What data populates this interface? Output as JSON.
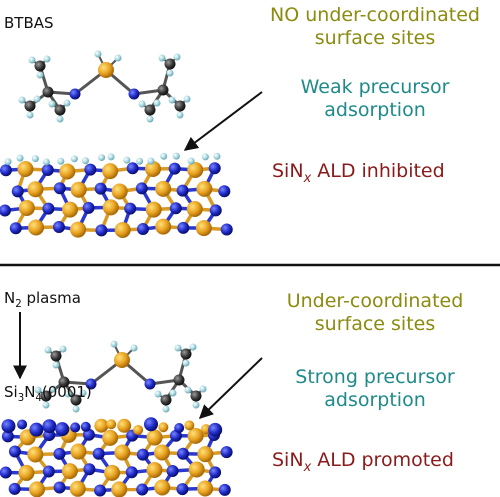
{
  "top": {
    "label_molecule": "BTBAS",
    "surface_line1": "NO under-coordinated",
    "surface_line2": "surface sites",
    "adsorption_line1": "Weak precursor",
    "adsorption_line2": "adsorption",
    "ald_prefix": "SiN",
    "ald_sub": "x",
    "ald_suffix": " ALD inhibited"
  },
  "bottom": {
    "plasma_prefix": "N",
    "plasma_sub": "2",
    "plasma_suffix": " plasma",
    "substrate_a": "Si",
    "substrate_sub1": "3",
    "substrate_b": "N",
    "substrate_sub2": "4",
    "substrate_c": "(0001)",
    "surface_line1": "Under-coordinated",
    "surface_line2": "surface sites",
    "adsorption_line1": "Strong precursor",
    "adsorption_line2": "adsorption",
    "ald_prefix": "SiN",
    "ald_sub": "x",
    "ald_suffix": " ALD promoted"
  },
  "colors": {
    "silicon": "#e8a21f",
    "nitrogen": "#1f2bc8",
    "carbon": "#3a3a3a",
    "hydrogen": "#a8d8e0",
    "olive_text": "#8b8b10",
    "teal_text": "#1e8a8a",
    "red_text": "#8b1a1a"
  }
}
